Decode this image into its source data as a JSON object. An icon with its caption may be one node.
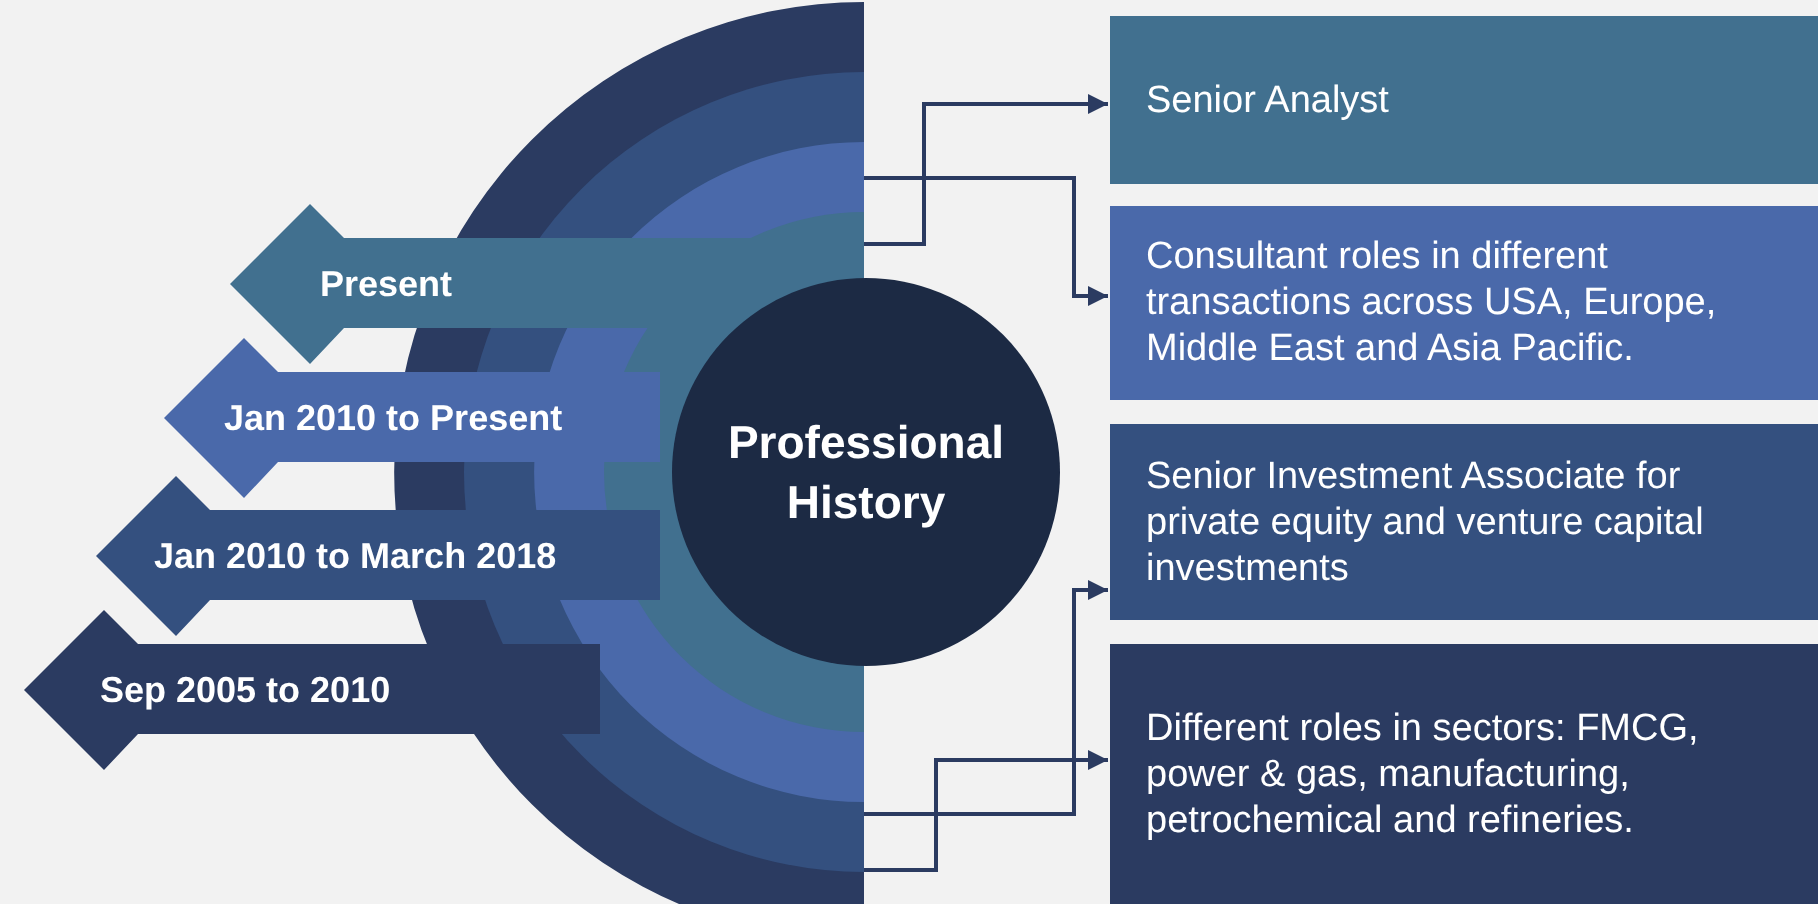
{
  "diagram": {
    "nodes": [
      {
        "text": [],
        "shape": "semicircle"
      },
      {
        "text": [
          "Professional History"
        ]
      },
      {
        "text": [
          "Present"
        ]
      },
      {
        "text": [
          "Jan 2010 to Present"
        ]
      },
      {
        "text": [
          "Jan 2010 to March 2018"
        ]
      },
      {
        "text": [
          "Sep 2005 to 2010"
        ]
      },
      {
        "text": [
          "Senior Analyst"
        ]
      },
      {
        "text": [
          "Consultant roles in different transactions across USA, Europe, Middle East and Asia Pacific."
        ]
      },
      {
        "text": [
          "Senior Investment Associate for private equity and venture capital investments"
        ]
      },
      {
        "text": [
          "Different roles in sectors: FMCG, power & gas, manufacturing, petrochemical and refineries."
        ]
      }
    ],
    "edges": [
      {
        "from": 0,
        "to": 6,
        "arrow": "to"
      },
      {
        "from": 0,
        "to": 7,
        "arrow": "to"
      },
      {
        "from": 0,
        "to": 8,
        "arrow": "to"
      },
      {
        "from": 0,
        "to": 9,
        "arrow": "to"
      }
    ]
  }
}
